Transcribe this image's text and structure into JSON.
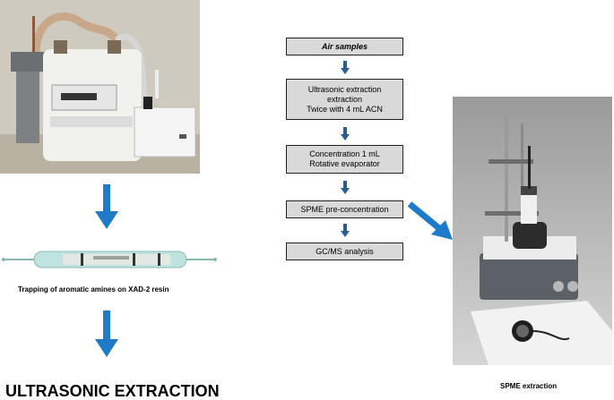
{
  "left": {
    "caption": "Trapping of aromatic amines on XAD-2 resin",
    "bottom_title": "ULTRASONIC EXTRACTION"
  },
  "flowchart": {
    "steps": [
      {
        "lines": [
          "Air samples"
        ]
      },
      {
        "lines": [
          "Ultrasonic extraction",
          "extraction",
          "Twice with 4 mL ACN"
        ]
      },
      {
        "lines": [
          "Concentration 1 mL",
          "Rotative evaporator"
        ]
      },
      {
        "lines": [
          "SPME pre-concentration"
        ]
      },
      {
        "lines": [
          "GC/MS analysis"
        ]
      }
    ]
  },
  "right": {
    "caption": "SPME extraction"
  },
  "colors": {
    "arrow_blue": "#1f7ac9",
    "box_fill": "#d9d9d9"
  }
}
